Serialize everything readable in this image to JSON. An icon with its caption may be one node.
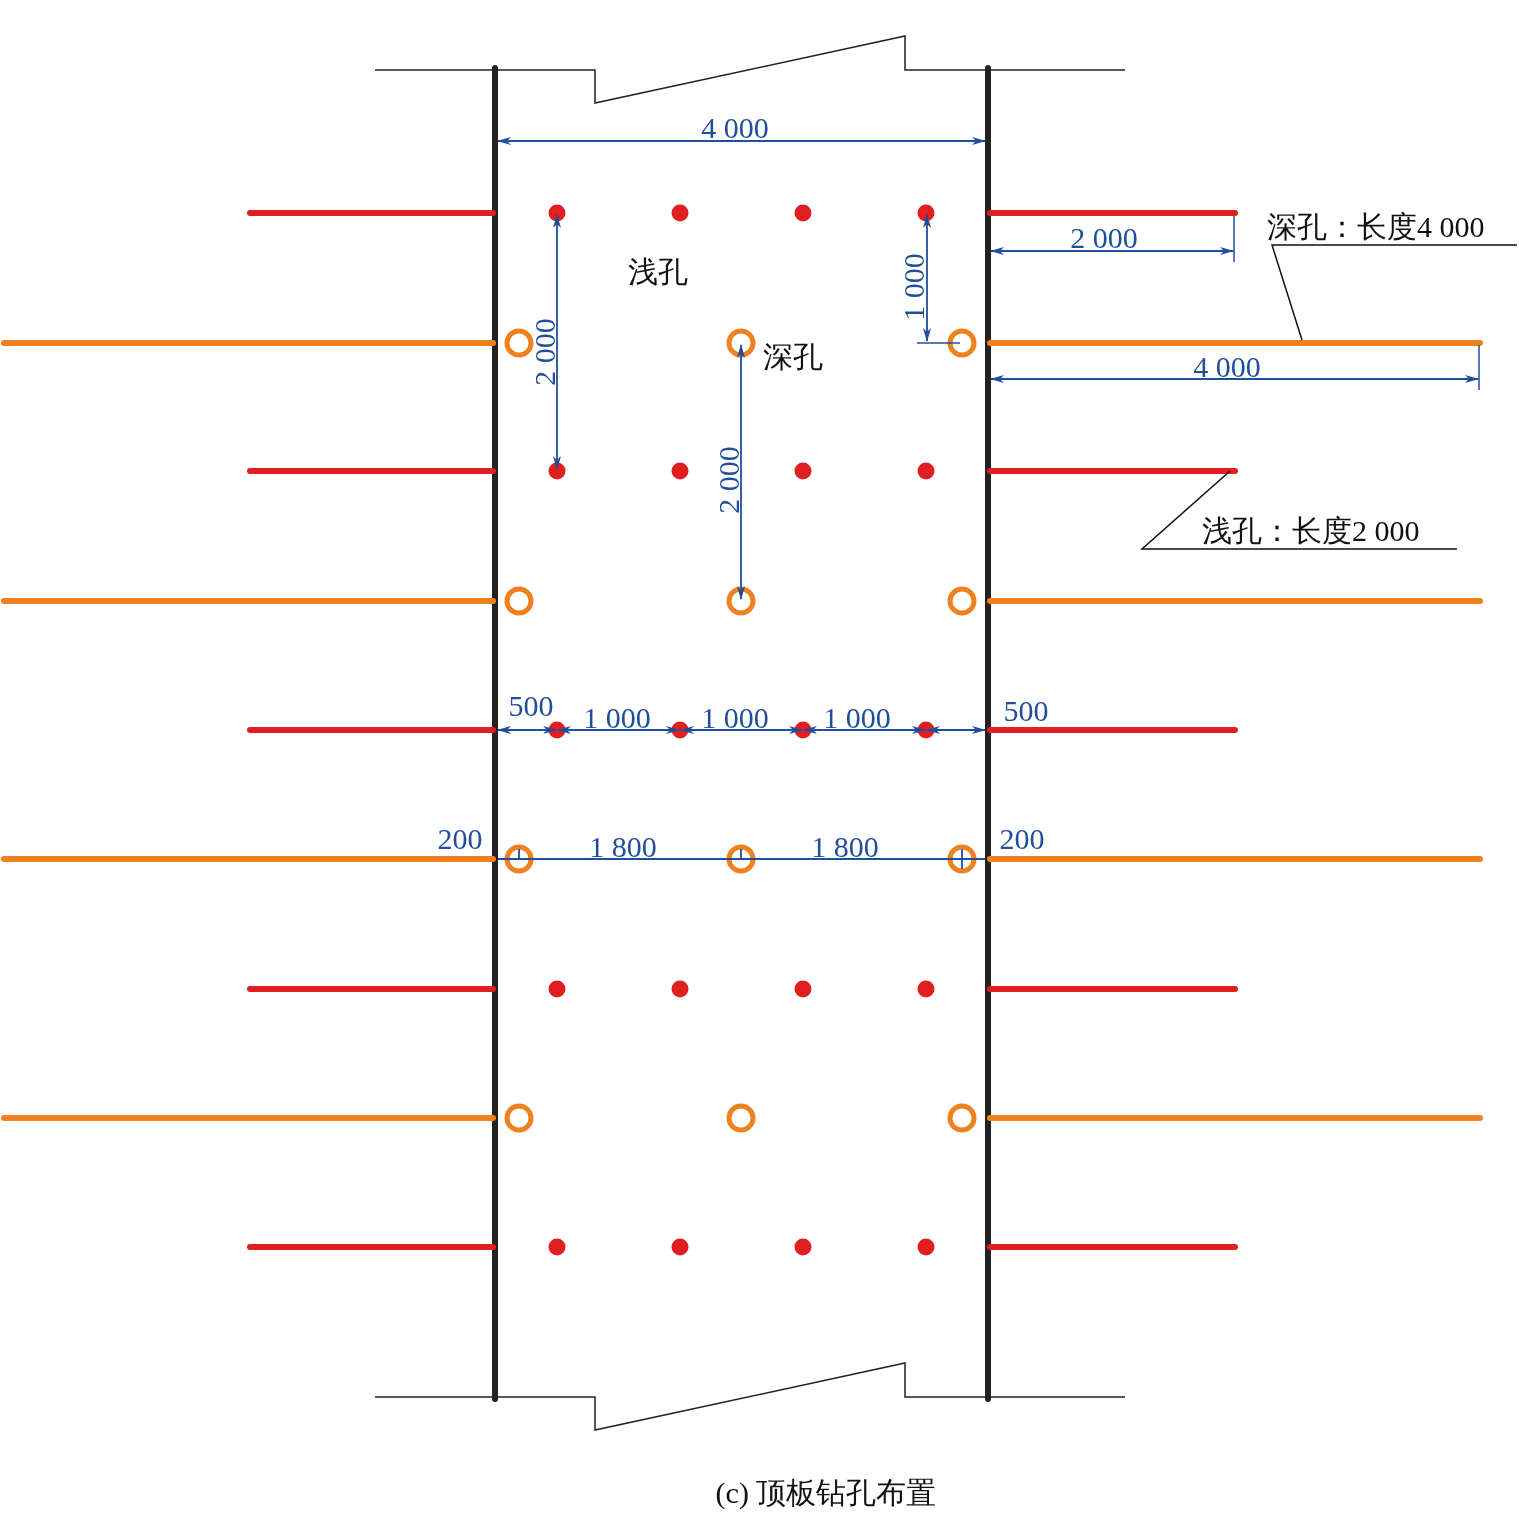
{
  "diagram": {
    "caption": "(c) 顶板钻孔布置",
    "nodes": [
      {
        "text": [
          "深孔：长度4 000"
        ]
      },
      {
        "text": [],
        "shape": "bar"
      },
      {
        "text": [
          "浅孔：长度2 000"
        ]
      },
      {
        "text": [],
        "shape": "bar"
      }
    ],
    "edges": [
      {
        "from": 0,
        "to": 1,
        "arrow": "none"
      },
      {
        "from": 2,
        "to": 3,
        "arrow": "none"
      }
    ],
    "labels": [
      "4 000",
      "2 000",
      "浅孔",
      "1 000",
      "2 000",
      "深孔",
      "4 000",
      "2 000",
      "500",
      "1 000",
      "1 000",
      "1 000",
      "500",
      "200",
      "1 800",
      "1 800",
      "200"
    ]
  }
}
